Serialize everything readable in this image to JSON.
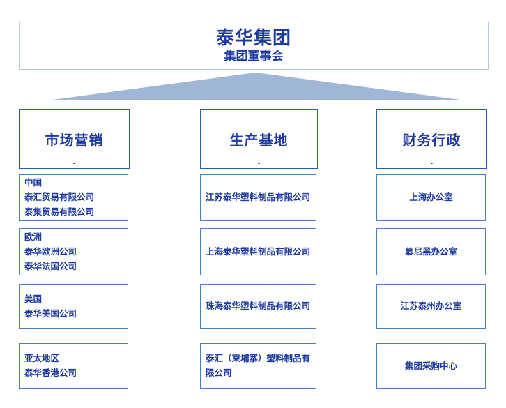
{
  "root": {
    "title": "泰华集团",
    "subtitle": "集团董事会"
  },
  "columns": [
    {
      "header": "市场营销",
      "header_mark": "-",
      "items": [
        {
          "lines": [
            "中国",
            "泰汇贸易有限公司",
            "泰集贸易有限公司"
          ]
        },
        {
          "lines": [
            "欧洲",
            "泰华欧洲公司",
            "泰华法国公司"
          ]
        },
        {
          "lines": [
            "美国",
            "泰华美国公司"
          ]
        },
        {
          "lines": [
            "亚太地区",
            "泰华香港公司"
          ]
        }
      ]
    },
    {
      "header": "生产基地",
      "header_mark": "-",
      "items": [
        {
          "lines": [
            "江苏泰华塑料制品有限公司"
          ]
        },
        {
          "lines": [
            "上海泰华塑料制品有限公司"
          ]
        },
        {
          "lines": [
            "珠海泰华塑料制品有限公司"
          ]
        },
        {
          "lines": [
            "泰汇（柬埔寨）塑料制品有限公司"
          ]
        }
      ]
    },
    {
      "header": "财务行政",
      "header_mark": "-",
      "items": [
        {
          "lines": [
            "上海办公室"
          ]
        },
        {
          "lines": [
            "慕尼黑办公室"
          ]
        },
        {
          "lines": [
            "江苏泰州办公室"
          ]
        },
        {
          "lines": [
            "集团采购中心"
          ]
        }
      ]
    }
  ],
  "colors": {
    "text-blue": "#1c3aa0",
    "border-light": "#b3c6e2",
    "border-header": "#2c5fa6",
    "border-child": "#4f7fbc",
    "triangle": "#9fb6d6",
    "bg": "#ffffff"
  }
}
